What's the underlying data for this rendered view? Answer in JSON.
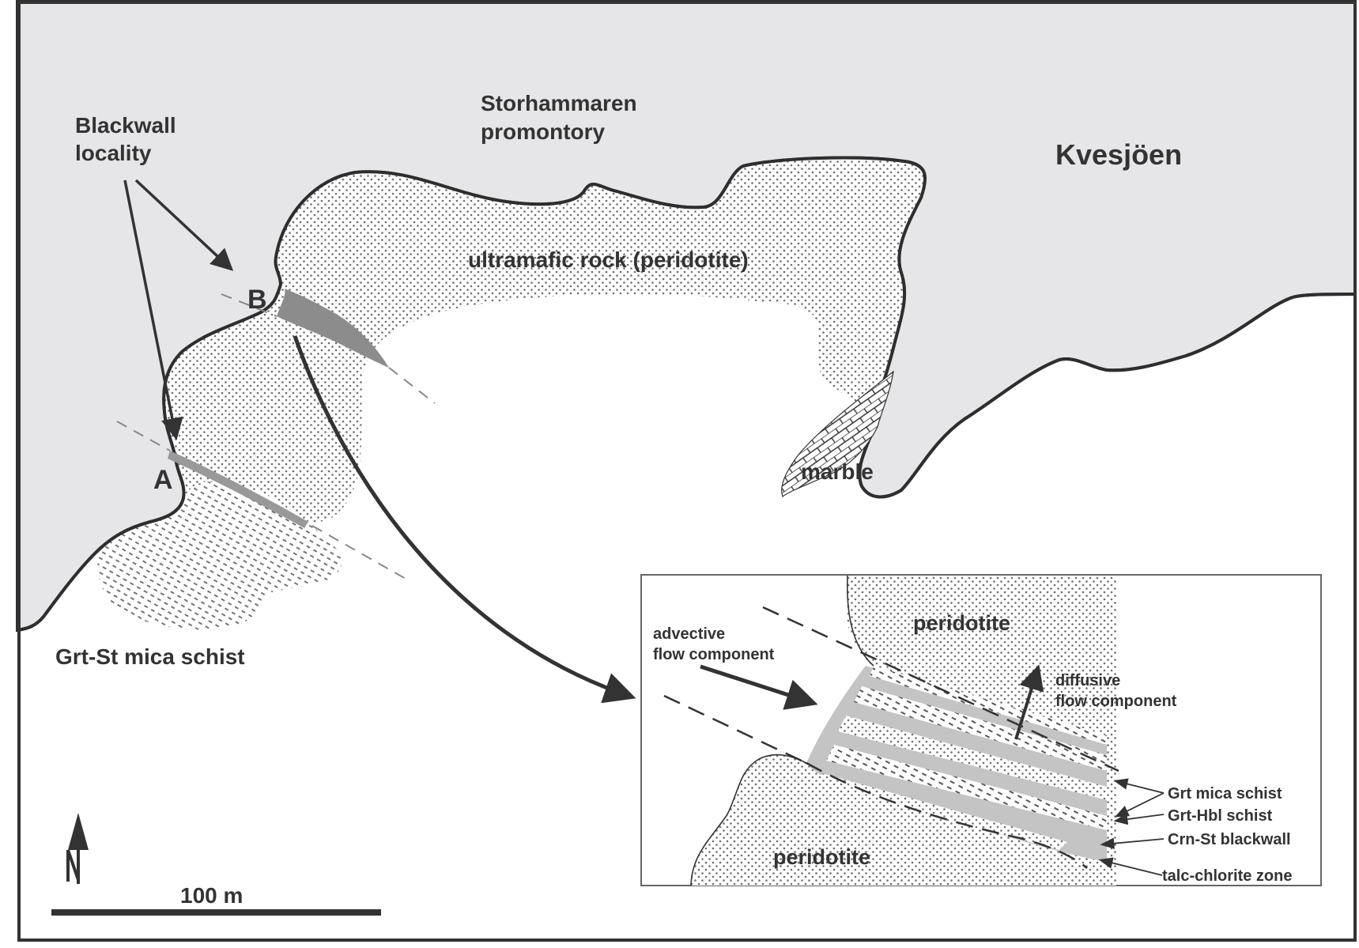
{
  "map": {
    "colors": {
      "lake_fill": "#e6e6e8",
      "land_fill": "#ffffff",
      "outline": "#2e2e2e",
      "blackwall_fill": "#8c8c8c",
      "band_fill": "#c4c4c4",
      "dot_color": "#707070",
      "frame": "#333333"
    },
    "labels": {
      "lake": "Kvesjöen",
      "promontory_line1": "Storhammaren",
      "promontory_line2": "promontory",
      "blackwall_line1": "Blackwall",
      "blackwall_line2": "locality",
      "ultramafic": "ultramafic rock (peridotite)",
      "marble": "marble",
      "schist": "Grt-St mica schist",
      "locality_a": "A",
      "locality_b": "B"
    },
    "north_arrow": {
      "label": "N",
      "icon": "north-arrow-icon"
    },
    "scale_bar": {
      "label": "100 m"
    }
  },
  "inset": {
    "peridotite_top": "peridotite",
    "peridotite_bottom": "peridotite",
    "advective_line1": "advective",
    "advective_line2": "flow component",
    "diffusive_line1": "diffusive",
    "diffusive_line2": "flow component",
    "legend": [
      {
        "label": "Grt mica schist"
      },
      {
        "label": "Grt-Hbl schist"
      },
      {
        "label": "Crn-St blackwall"
      },
      {
        "label": "talc-chlorite zone"
      }
    ]
  }
}
